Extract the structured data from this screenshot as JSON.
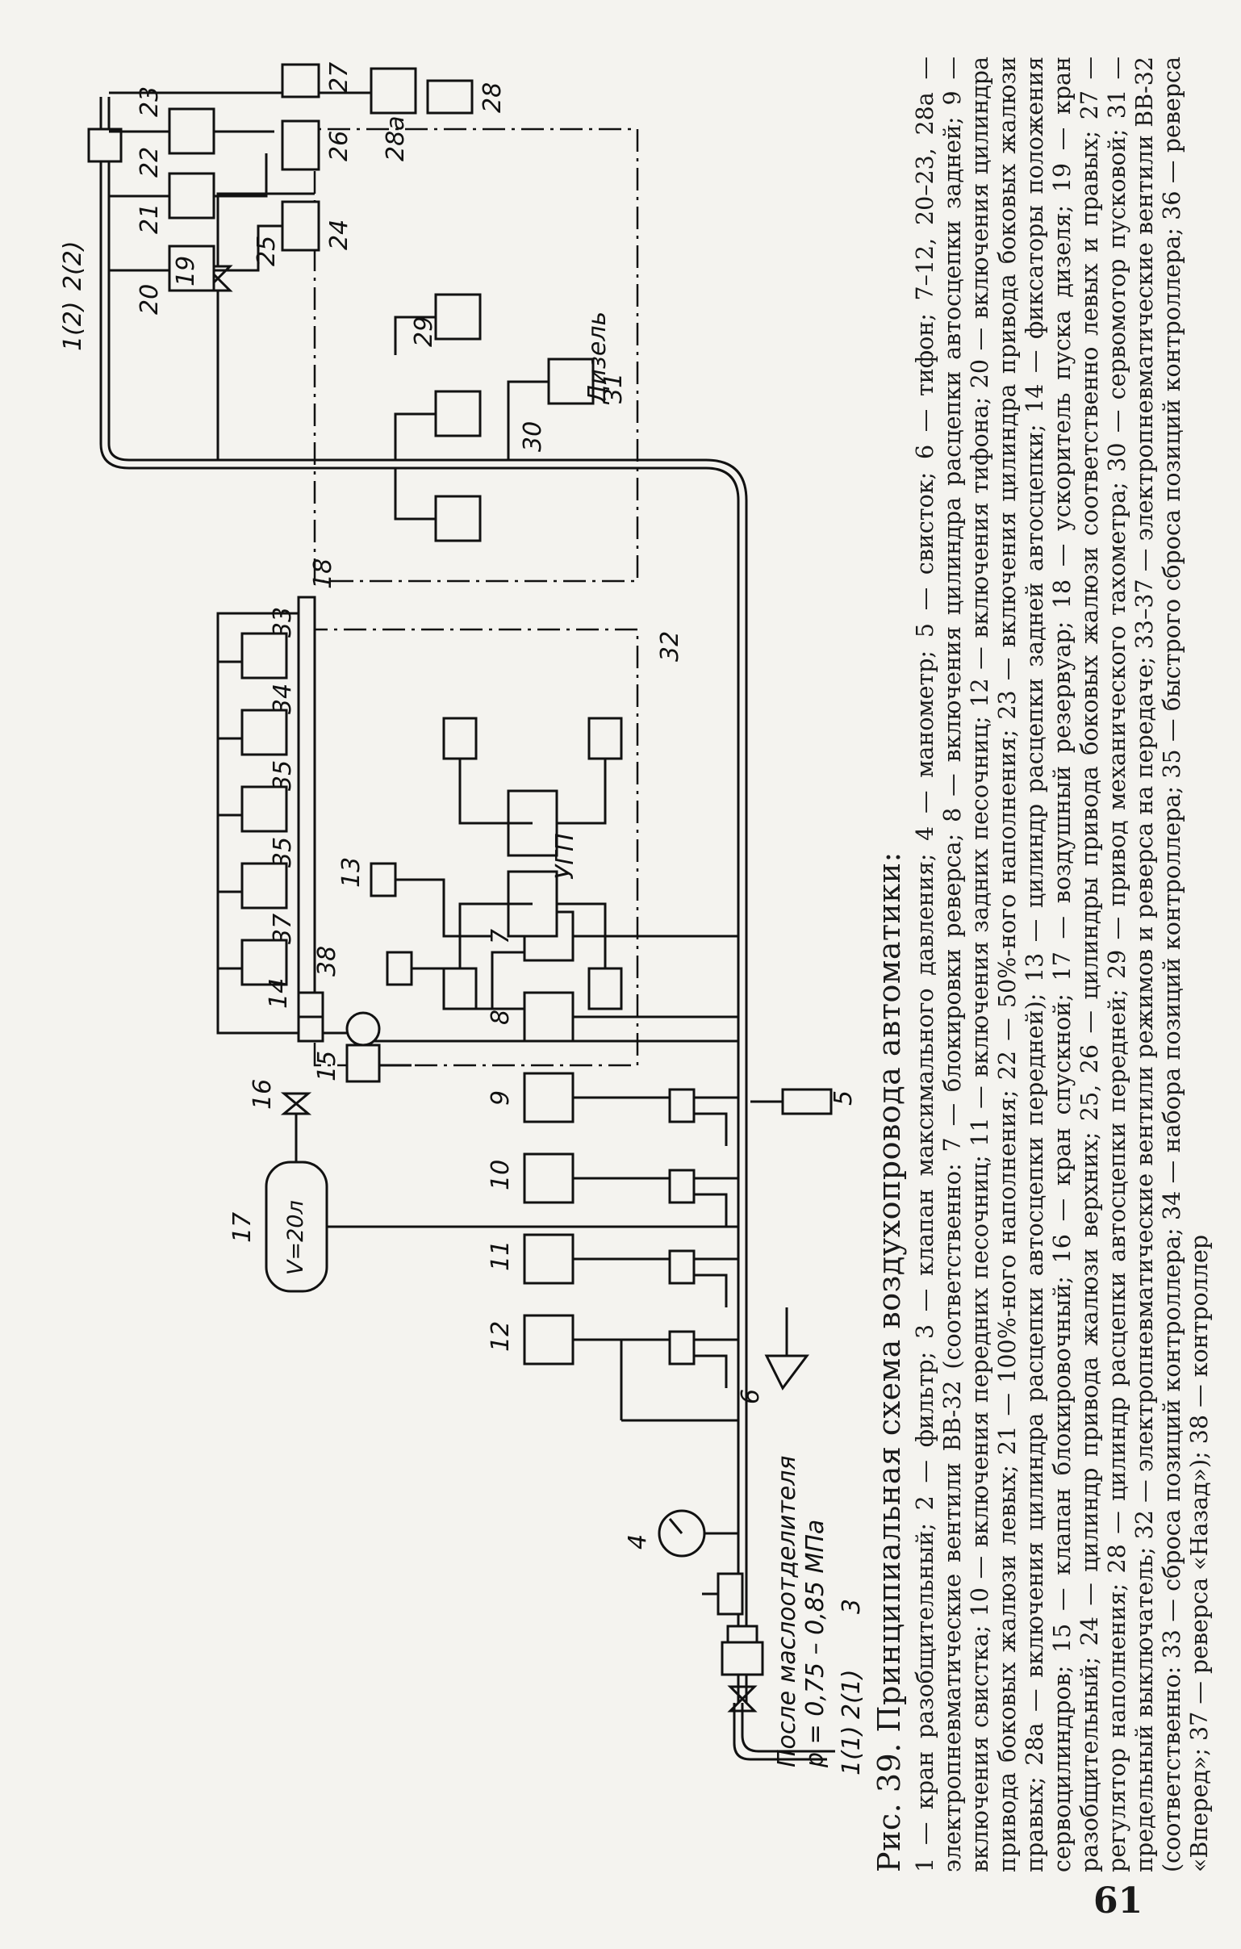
{
  "figure": {
    "title": "Рис. 39. Принципиальная схема воздухопровода автоматики:",
    "legend_text": "1 — кран разобщительный; 2 — фильтр; 3 — клапан максимального давления; 4 — манометр; 5 — свисток; 6 — тифон; 7–12, 20–23, 28а — электропневматические вентили ВВ-32 (соответственно: 7 — блокировки реверса; 8 — включения цилиндра расцепки автосцепки задней; 9 — включения свистка; 10 — включения передних песочниц; 11 — включения задних песочниц; 12 — включения тифона; 20 — включения цилиндра привода боковых жалюзи левых; 21 — 100%-ного наполнения; 22 — 50%-ного наполнения; 23 — включения цилиндра привода боковых жалюзи правых; 28а — включения цилиндра расцепки автосцепки передней); 13 — цилиндр расцепки задней автосцепки; 14 — фиксаторы положения сервоцилиндров; 15 — клапан блокировочный; 16 — кран спускной; 17 — воздушный резервуар; 18 — ускоритель пуска дизеля; 19 — кран разобщительный; 24 — цилиндр привода жалюзи верхних; 25, 26 — цилиндры привода боковых жалюзи соответственно левых и правых; 27 — регулятор наполнения; 28 — цилиндр расцепки автосцепки передней; 29 — привод механического тахометра; 30 — сервомотор пусковой; 31 — предельный выключатель; 32 — электропневматические вентили режимов и реверса на передаче; 33–37 — электропневматические вентили ВВ-32 (соответственно: 33 — сброса позиций контроллера; 34 — набора позиций контроллера; 35 — быстрого сброса позиций контроллера; 36 — реверса «Вперед»; 37 — реверса «Назад»); 38 — контроллер",
    "inlet_note": "После маслоотделителя",
    "pressure_note": "p = 0,75 – 0,85 МПа",
    "reservoir_label": "V=20л",
    "diesel_label": "Дизель",
    "ugp_label": "УГП",
    "callouts": {
      "c1_1": "1(1)",
      "c2_1": "2(1)",
      "c3": "3",
      "c4": "4",
      "c5": "5",
      "c6": "6",
      "c7": "7",
      "c8": "8",
      "c9": "9",
      "c10": "10",
      "c11": "11",
      "c12": "12",
      "c13": "13",
      "c14": "14",
      "c15": "15",
      "c16": "16",
      "c17": "17",
      "c18": "18",
      "c19": "19",
      "c20": "20",
      "c21": "21",
      "c22": "22",
      "c23": "23",
      "c24": "24",
      "c25": "25",
      "c26": "26",
      "c27": "27",
      "c28": "28",
      "c28a": "28а",
      "c29": "29",
      "c30": "30",
      "c31": "31",
      "c32": "32",
      "c33": "33",
      "c34": "34",
      "c35a": "35",
      "c35b": "35",
      "c37": "37",
      "c38": "38",
      "c1_2": "1(2)",
      "c2_2": "2(2)"
    }
  },
  "page_number": "61"
}
